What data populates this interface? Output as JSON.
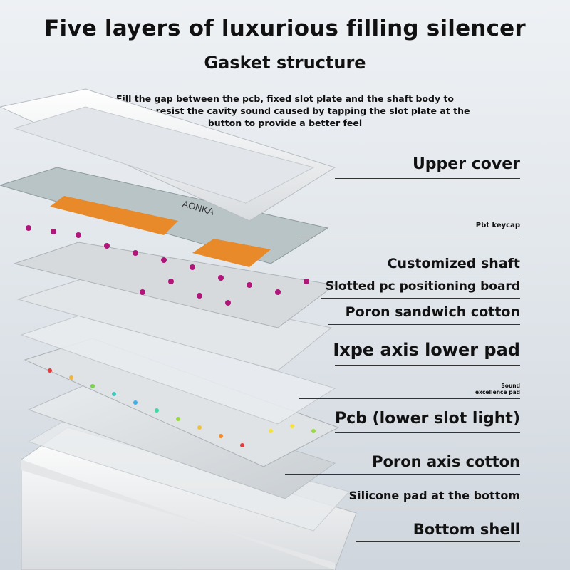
{
  "header": {
    "title": "Five layers of luxurious filling silencer",
    "subtitle": "Gasket structure",
    "description": "Fill the gap between the pcb, fixed slot plate and the shaft body to effectively resist the cavity sound caused by tapping the slot plate at the button to provide a better feel"
  },
  "product": {
    "logo_text": "AONKA"
  },
  "layers": [
    {
      "label": "Upper cover"
    },
    {
      "label": "Pbt keycap"
    },
    {
      "label": "Customized shaft"
    },
    {
      "label": "Slotted pc positioning board"
    },
    {
      "label": "Poron sandwich cotton"
    },
    {
      "label": "Ixpe axis lower pad"
    },
    {
      "label_line1": "Sound",
      "label_line2": "excellence pad"
    },
    {
      "label": "Pcb (lower slot light)"
    },
    {
      "label": "Poron axis cotton"
    },
    {
      "label": "Silicone pad at the bottom"
    },
    {
      "label": "Bottom shell"
    }
  ],
  "colors": {
    "shell_white": "#f4f4f2",
    "keycap_gray": "#a9b7ba",
    "keycap_orange": "#e8892a",
    "switch_pink": "#b0157a",
    "plate_gray": "#d7dadd"
  }
}
